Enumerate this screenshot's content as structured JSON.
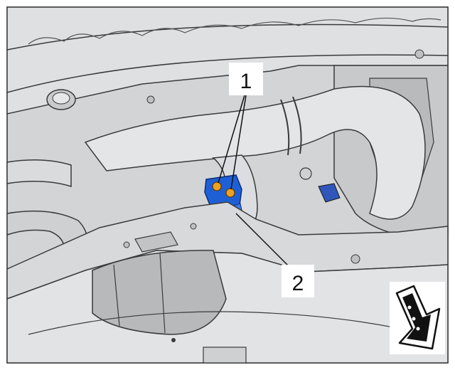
{
  "callouts": [
    {
      "label": "1",
      "target": "bolts"
    },
    {
      "label": "2",
      "target": "bracket"
    }
  ],
  "direction_indicator": {
    "icon": "vehicle-front-arrow-icon"
  },
  "colors": {
    "background": "#ffffff",
    "panel": "#d6d7d9",
    "panel_light": "#e6e7e8",
    "panel_dark": "#a9abad",
    "outline": "#3a3a3a",
    "highlight_part": "#1f5fd6",
    "bolt": "#f0a020"
  }
}
